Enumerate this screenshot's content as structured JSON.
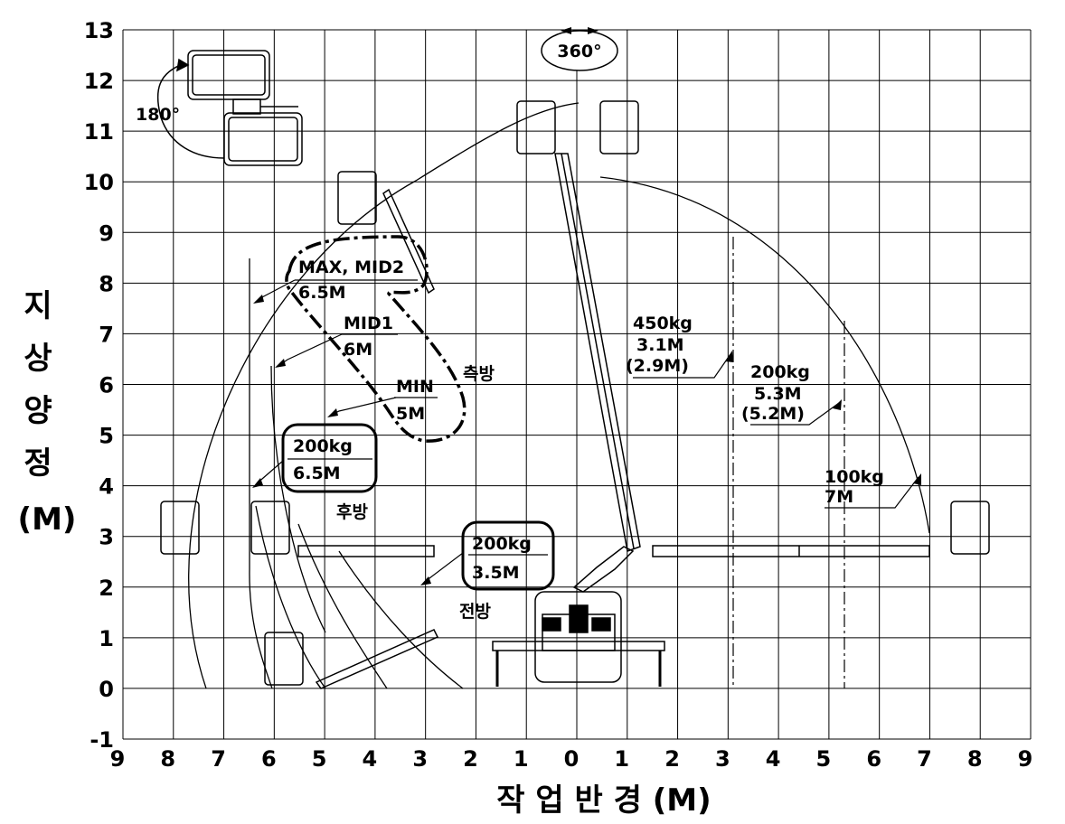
{
  "y_axis": {
    "title_chars": [
      "지",
      "상",
      "양",
      "정"
    ],
    "unit": "(M)",
    "ticks": [
      "13",
      "12",
      "11",
      "10",
      "9",
      "8",
      "7",
      "6",
      "5",
      "4",
      "3",
      "2",
      "1",
      "0",
      "-1"
    ]
  },
  "x_axis": {
    "title": "작 업 반 경 (M)",
    "ticks": [
      "9",
      "8",
      "7",
      "6",
      "5",
      "4",
      "3",
      "2",
      "1",
      "0",
      "1",
      "2",
      "3",
      "4",
      "5",
      "6",
      "7",
      "8",
      "9"
    ]
  },
  "rotation": {
    "top": "360°",
    "corner": "180°"
  },
  "labels": {
    "max_mid2": "MAX, MID2",
    "max_mid2_reach": "6.5M",
    "mid1": "MID1",
    "mid1_reach": "6M",
    "min": "MIN",
    "min_reach": "5M",
    "side": "측방",
    "rear_load": "200kg",
    "rear_reach": "6.5M",
    "rear": "후방",
    "front_load": "200kg",
    "front_reach": "3.5M",
    "front": "전방",
    "load_450": "450kg",
    "reach_31": "3.1M",
    "reach_29": "(2.9M)",
    "load_200": "200kg",
    "reach_53": "5.3M",
    "reach_52": "(5.2M)",
    "load_100": "100kg",
    "reach_7": "7M"
  },
  "colors": {
    "line": "#000000",
    "background": "#ffffff"
  }
}
